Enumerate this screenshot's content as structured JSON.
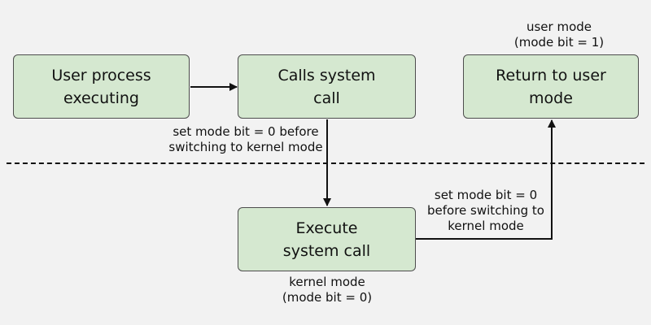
{
  "nodes": {
    "user_process": {
      "line1": "User process",
      "line2": "executing"
    },
    "calls_syscall": {
      "line1": "Calls system",
      "line2": "call"
    },
    "return_user": {
      "line1": "Return to user",
      "line2": "mode"
    },
    "execute_syscall": {
      "line1": "Execute",
      "line2": "system call"
    }
  },
  "labels": {
    "user_mode": {
      "line1": "user mode",
      "line2": "(mode bit = 1)"
    },
    "kernel_mode": {
      "line1": "kernel mode",
      "line2": "(mode bit = 0)"
    },
    "set_bit_before_kernel": {
      "line1": "set mode bit = 0 before",
      "line2": "switching to kernel mode"
    },
    "set_bit_return": {
      "line1": "set mode bit = 0",
      "line2": "before switching to",
      "line3": "kernel mode"
    }
  },
  "colors": {
    "box_fill": "#d5e8d0",
    "box_border": "#4d4d4d",
    "background": "#f2f2f2",
    "line": "#111111"
  }
}
